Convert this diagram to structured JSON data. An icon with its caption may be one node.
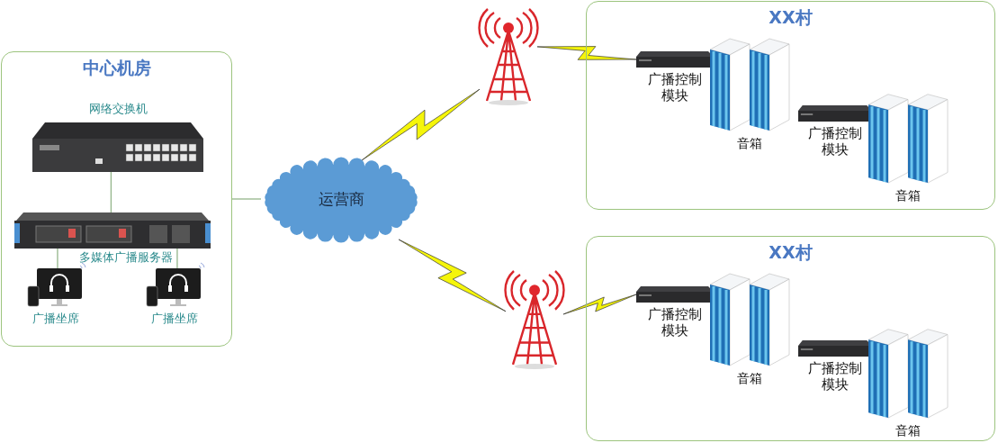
{
  "diagram": {
    "nodes": [
      {
        "text": [
          "中心机房"
        ]
      },
      {
        "text": [
          "网络交换机"
        ],
        "in": 0
      },
      {
        "text": [
          "多媒体广播服务器"
        ],
        "in": 0
      },
      {
        "text": [
          "广播坐席"
        ],
        "in": 0
      },
      {
        "text": [
          "广播坐席"
        ],
        "in": 0
      },
      {
        "text": [
          "运营商"
        ]
      },
      {
        "text": [],
        "shape": "picture"
      },
      {
        "text": [],
        "shape": "picture"
      },
      {
        "text": [
          "XX村"
        ]
      },
      {
        "text": [
          "广播控制模块"
        ],
        "in": 8
      },
      {
        "text": [
          "音箱"
        ],
        "in": 8
      },
      {
        "text": [
          "广播控制模块"
        ],
        "in": 8
      },
      {
        "text": [
          "音箱"
        ],
        "in": 8
      },
      {
        "text": [
          "XX村"
        ]
      },
      {
        "text": [
          "广播控制模块"
        ],
        "in": 13
      },
      {
        "text": [
          "音箱"
        ],
        "in": 13
      },
      {
        "text": [
          "广播控制模块"
        ],
        "in": 13
      },
      {
        "text": [
          "音箱"
        ],
        "in": 13
      }
    ],
    "edges": [
      {
        "from": 1,
        "to": 2,
        "arrow": "none"
      },
      {
        "from": 2,
        "to": 3,
        "arrow": "none"
      },
      {
        "from": 2,
        "to": 4,
        "arrow": "none"
      },
      {
        "from": 0,
        "to": 5,
        "arrow": "none"
      },
      {
        "from": 5,
        "to": 6,
        "arrow": "none",
        "color": "#f5f50a"
      },
      {
        "from": 6,
        "to": 9,
        "arrow": "none",
        "color": "#f5f50a"
      },
      {
        "from": 5,
        "to": 7,
        "arrow": "none",
        "color": "#f5f50a"
      },
      {
        "from": 7,
        "to": 14,
        "arrow": "none",
        "color": "#f5f50a"
      }
    ]
  }
}
